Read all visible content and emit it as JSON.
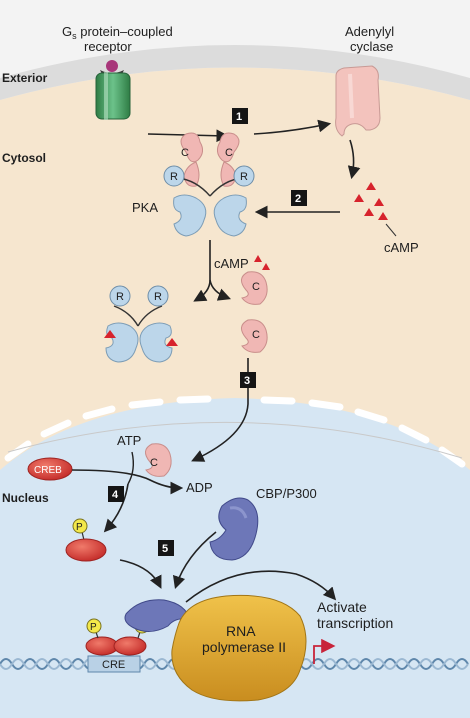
{
  "regions": {
    "exterior": "Exterior",
    "cytosol": "Cytosol",
    "nucleus": "Nucleus"
  },
  "labels": {
    "receptor_line1_pre": "G",
    "receptor_line1_sub": "s",
    "receptor_line1_post": " protein–coupled",
    "receptor_line2": "receptor",
    "adenylyl_line1": "Adenylyl",
    "adenylyl_line2": "cyclase",
    "pka": "PKA",
    "camp_right": "cAMP",
    "camp_mid": "cAMP",
    "atp": "ATP",
    "adp": "ADP",
    "creb": "CREB",
    "cbp": "CBP/P300",
    "cre": "CRE",
    "rna_line1": "RNA",
    "rna_line2": "polymerase II",
    "activate_line1": "Activate",
    "activate_line2": "transcription",
    "subunit_r": "R",
    "subunit_c": "C",
    "phospho": "P"
  },
  "steps": [
    "1",
    "2",
    "3",
    "4",
    "5"
  ],
  "colors": {
    "background": "#f3f3f3",
    "membrane": "#dcdcdc",
    "cytosol": "#f6e6cf",
    "nucleus": "#d6e6f3",
    "receptor": "#3f9a5b",
    "cyclase": "#f3c3bd",
    "pka_blue": "#bcd6ea",
    "c_pink": "#f0b7b4",
    "camp_red": "#d7232d",
    "creb_red": "#d83a36",
    "phospho_yellow": "#f3e84a",
    "cbp_blue": "#6d77b8",
    "polymerase": "#e6b12f",
    "dna": "#8fb0cc"
  }
}
